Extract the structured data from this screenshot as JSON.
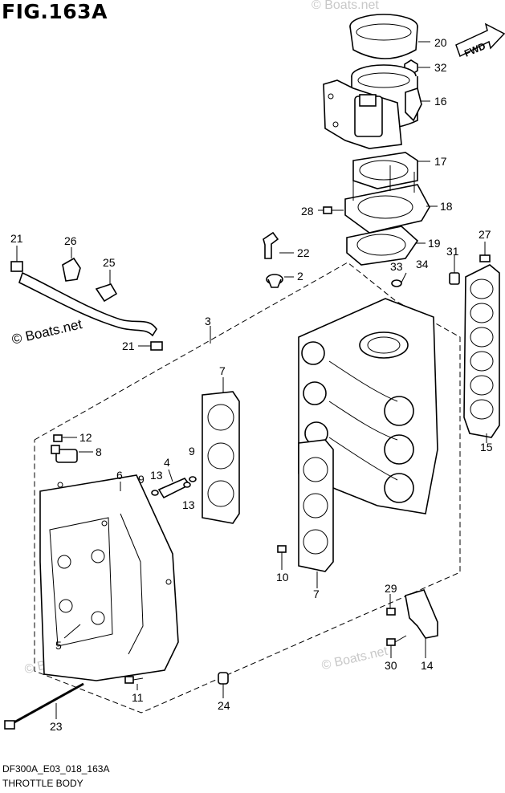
{
  "figure": {
    "title": "FIG.163A"
  },
  "footer": {
    "code": "DF300A_E03_018_163A",
    "caption": "THROTTLE BODY"
  },
  "direction_badge": "FWD",
  "watermarks": [
    "© Boats.net",
    "© Boats.net",
    "© Boats.net",
    "© Boats.net",
    "© Boats.net"
  ],
  "callouts": [
    "20",
    "32",
    "16",
    "17",
    "18",
    "28",
    "19",
    "22",
    "2",
    "33",
    "34",
    "31",
    "27",
    "21",
    "26",
    "25",
    "3",
    "21",
    "7",
    "12",
    "8",
    "9",
    "4",
    "13",
    "6",
    "9",
    "13",
    "15",
    "10",
    "7",
    "5",
    "29",
    "30",
    "14",
    "11",
    "24",
    "23"
  ]
}
